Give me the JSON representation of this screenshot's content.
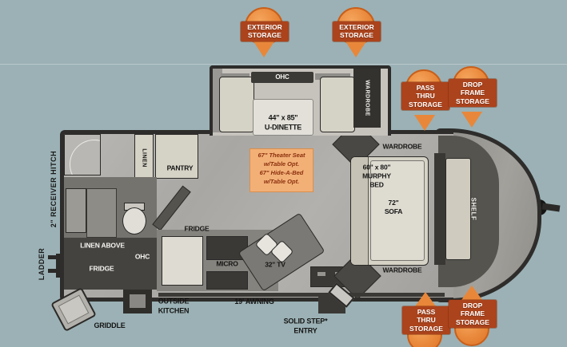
{
  "badges": {
    "ext1": {
      "lines": [
        "EXTERIOR",
        "STORAGE"
      ]
    },
    "ext2": {
      "lines": [
        "EXTERIOR",
        "STORAGE"
      ]
    },
    "pass_top": {
      "lines": [
        "PASS",
        "THRU",
        "STORAGE"
      ]
    },
    "drop_top": {
      "lines": [
        "DROP",
        "FRAME",
        "STORAGE"
      ]
    },
    "pass_bottom": {
      "lines": [
        "PASS",
        "THRU",
        "STORAGE"
      ]
    },
    "drop_bottom": {
      "lines": [
        "DROP",
        "FRAME",
        "STORAGE"
      ]
    }
  },
  "plan": {
    "ohc_slide": "OHC",
    "wardrobe_slide": "WARDROBE",
    "dinette": {
      "size": "44\" x 85\"",
      "name": "U-DINETTE"
    },
    "option_note": {
      "lines": [
        "67\" Theater Seat",
        "w/Table Opt.",
        "67\" Hide-A-Bed",
        "w/Table Opt."
      ]
    },
    "wardrobe_top": "WARDROBE",
    "murphy": {
      "size": "60\" x 80\"",
      "l2": "MURPHY",
      "l3": "BED"
    },
    "sofa": {
      "l1": "72\"",
      "l2": "SOFA"
    },
    "shelf": "SHELF",
    "wardrobe_bottom": "WARDROBE",
    "linen": "LINEN",
    "pantry": "PANTRY",
    "fridge_kitchen": "FRIDGE",
    "micro": "MICRO",
    "tv": "32\" TV",
    "linen_above": "LINEN ABOVE",
    "ohc_rear": "OHC",
    "fridge_rear": "FRIDGE",
    "receiver_hitch": "2\" RECEIVER HITCH",
    "ladder": "LADDER"
  },
  "exterior": {
    "outside_kitchen": {
      "l1": "OUTSIDE",
      "l2": "KITCHEN"
    },
    "awning": "19' AWNING",
    "entry": {
      "l1": "SOLID STEP*",
      "l2": "ENTRY"
    },
    "griddle": "GRIDDLE"
  },
  "colors": {
    "background": "#9BB1B5",
    "badge_pin": "#E8873A",
    "badge_label_bg": "#AB431C",
    "note_bg": "#F2B077",
    "note_text": "#8B2F0D"
  }
}
